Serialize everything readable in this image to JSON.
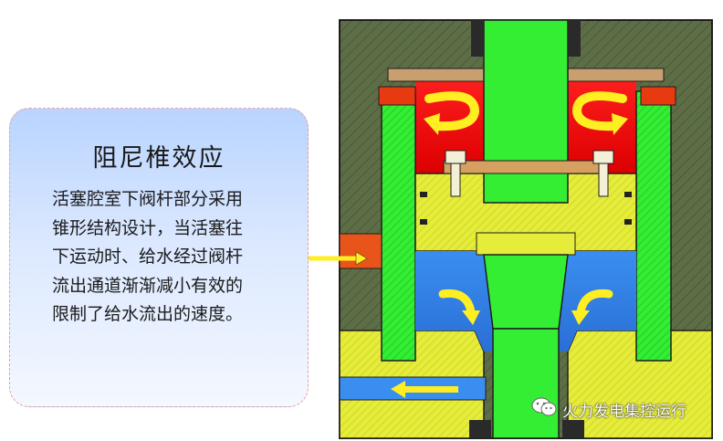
{
  "card": {
    "title": "阻尼椎效应",
    "lines": [
      "活塞腔室下阀杆部分采用",
      "锥形结构设计，当活塞往",
      "下运动时、给水经过阀杆",
      "流出通道渐渐减小有效的",
      "限制了给水流出的速度。"
    ]
  },
  "watermark": {
    "text": "火力发电集控运行",
    "icon": "wechat-icon"
  },
  "colors": {
    "housing": "#5d6e47",
    "stem": "#33ee33",
    "chamber_red": "#ff1a1a",
    "water_blue": "#3a8ef0",
    "piston_yellow": "#e6ec3a",
    "flow_arrow": "#ffee22",
    "card_gradient_top": "#b9d4ff",
    "card_border": "#e4a0a0"
  }
}
